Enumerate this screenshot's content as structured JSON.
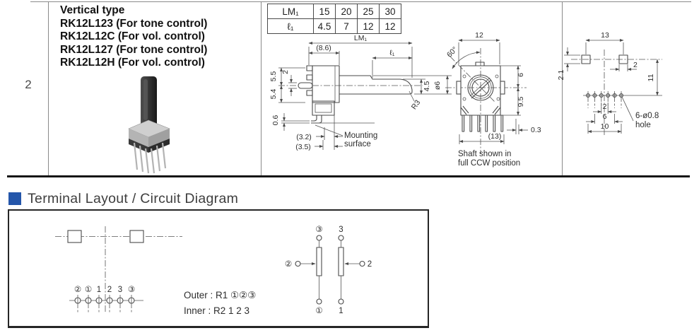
{
  "row_index": "2",
  "product": {
    "title": "Vertical type",
    "models": [
      "RK12L123 (For tone control)",
      "RK12L12C (For vol. control)",
      "RK12L127 (For tone control)",
      "RK12L12H (For vol. control)"
    ]
  },
  "dim_table": {
    "r1": [
      "LM₁",
      "15",
      "20",
      "25",
      "30"
    ],
    "r2": [
      "ℓ₁",
      "4.5",
      "7",
      "12",
      "12"
    ]
  },
  "side_view": {
    "lm1": "LM₁",
    "depth": "(8.6)",
    "l1": "ℓ₁",
    "h_upper": "5.5",
    "stud": "2",
    "h_lower": "5.4",
    "foot": "0.6",
    "pitch_a": "(3.2)",
    "pitch_b": "(3.5)",
    "flat": "4.5",
    "shaft_dia": "ø6",
    "tip_r": "R3",
    "mount1": "Mounting",
    "mount2": "surface"
  },
  "front_view": {
    "width": "12",
    "angle": "60°",
    "upper": "6",
    "lower": "9.5",
    "pin_offset": "0.3",
    "total_width": "(13)",
    "cap1": "Shaft shown in",
    "cap2": "full CCW position"
  },
  "pcb_view": {
    "pitch": "13",
    "sq_h": "2.1",
    "sq_w": "2",
    "height": "11",
    "hole_p2": "2",
    "hole_p6": "6",
    "hole_p10": "10",
    "note1": "6-ø0.8",
    "note2": "hole"
  },
  "section2": {
    "title": "Terminal Layout / Circuit Diagram",
    "accent": "#2456aa"
  },
  "terminal_layout": {
    "pins": [
      "②",
      "①",
      "1",
      "2",
      "3",
      "③"
    ]
  },
  "legend": {
    "outer": "Outer : R1 ①②③",
    "inner": "Inner : R2 1 2 3"
  },
  "circuit": {
    "l_top": "③",
    "l_mid": "②",
    "l_bot": "①",
    "r_top": "3",
    "r_mid": "2",
    "r_bot": "1"
  }
}
